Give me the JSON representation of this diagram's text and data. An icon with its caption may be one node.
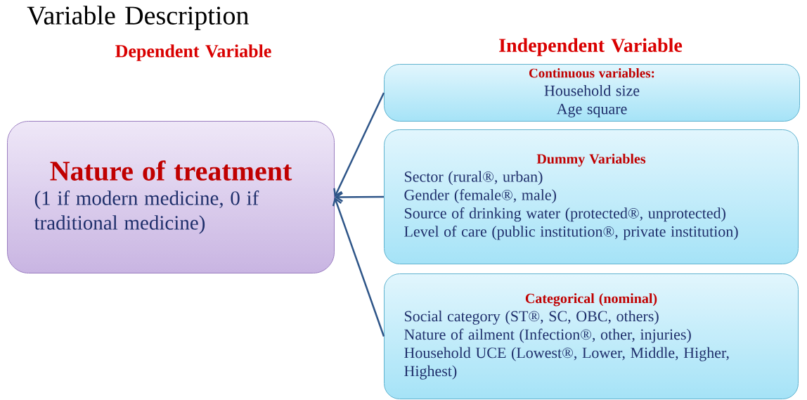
{
  "diagram": {
    "title": "Variable Description",
    "nodes": [
      {
        "text": [
          "Nature of treatment",
          "(1 if modern medicine, 0 if traditional medicine)"
        ]
      },
      {
        "text": [
          "Continuous variables:",
          "Household size",
          "Age square"
        ]
      },
      {
        "text": [
          "Dummy Variables",
          "Sector (rural®, urban)",
          "Gender (female®, male)",
          "Source of drinking water (protected®, unprotected)",
          "Level of care (public institution®, private institution)"
        ]
      },
      {
        "text": [
          "Categorical (nominal)",
          "Social category (ST®, SC, OBC, others)",
          "Nature of ailment (Infection®, other, injuries)",
          "Household UCE (Lowest®, Lower, Middle, Higher, Highest)"
        ]
      }
    ],
    "edges": [
      {
        "from": 1,
        "to": 0,
        "arrow": "to"
      },
      {
        "from": 2,
        "to": 0,
        "arrow": "to"
      },
      {
        "from": 3,
        "to": 0,
        "arrow": "to"
      }
    ],
    "labels": [
      "Dependent Variable",
      "Independent Variable"
    ]
  }
}
